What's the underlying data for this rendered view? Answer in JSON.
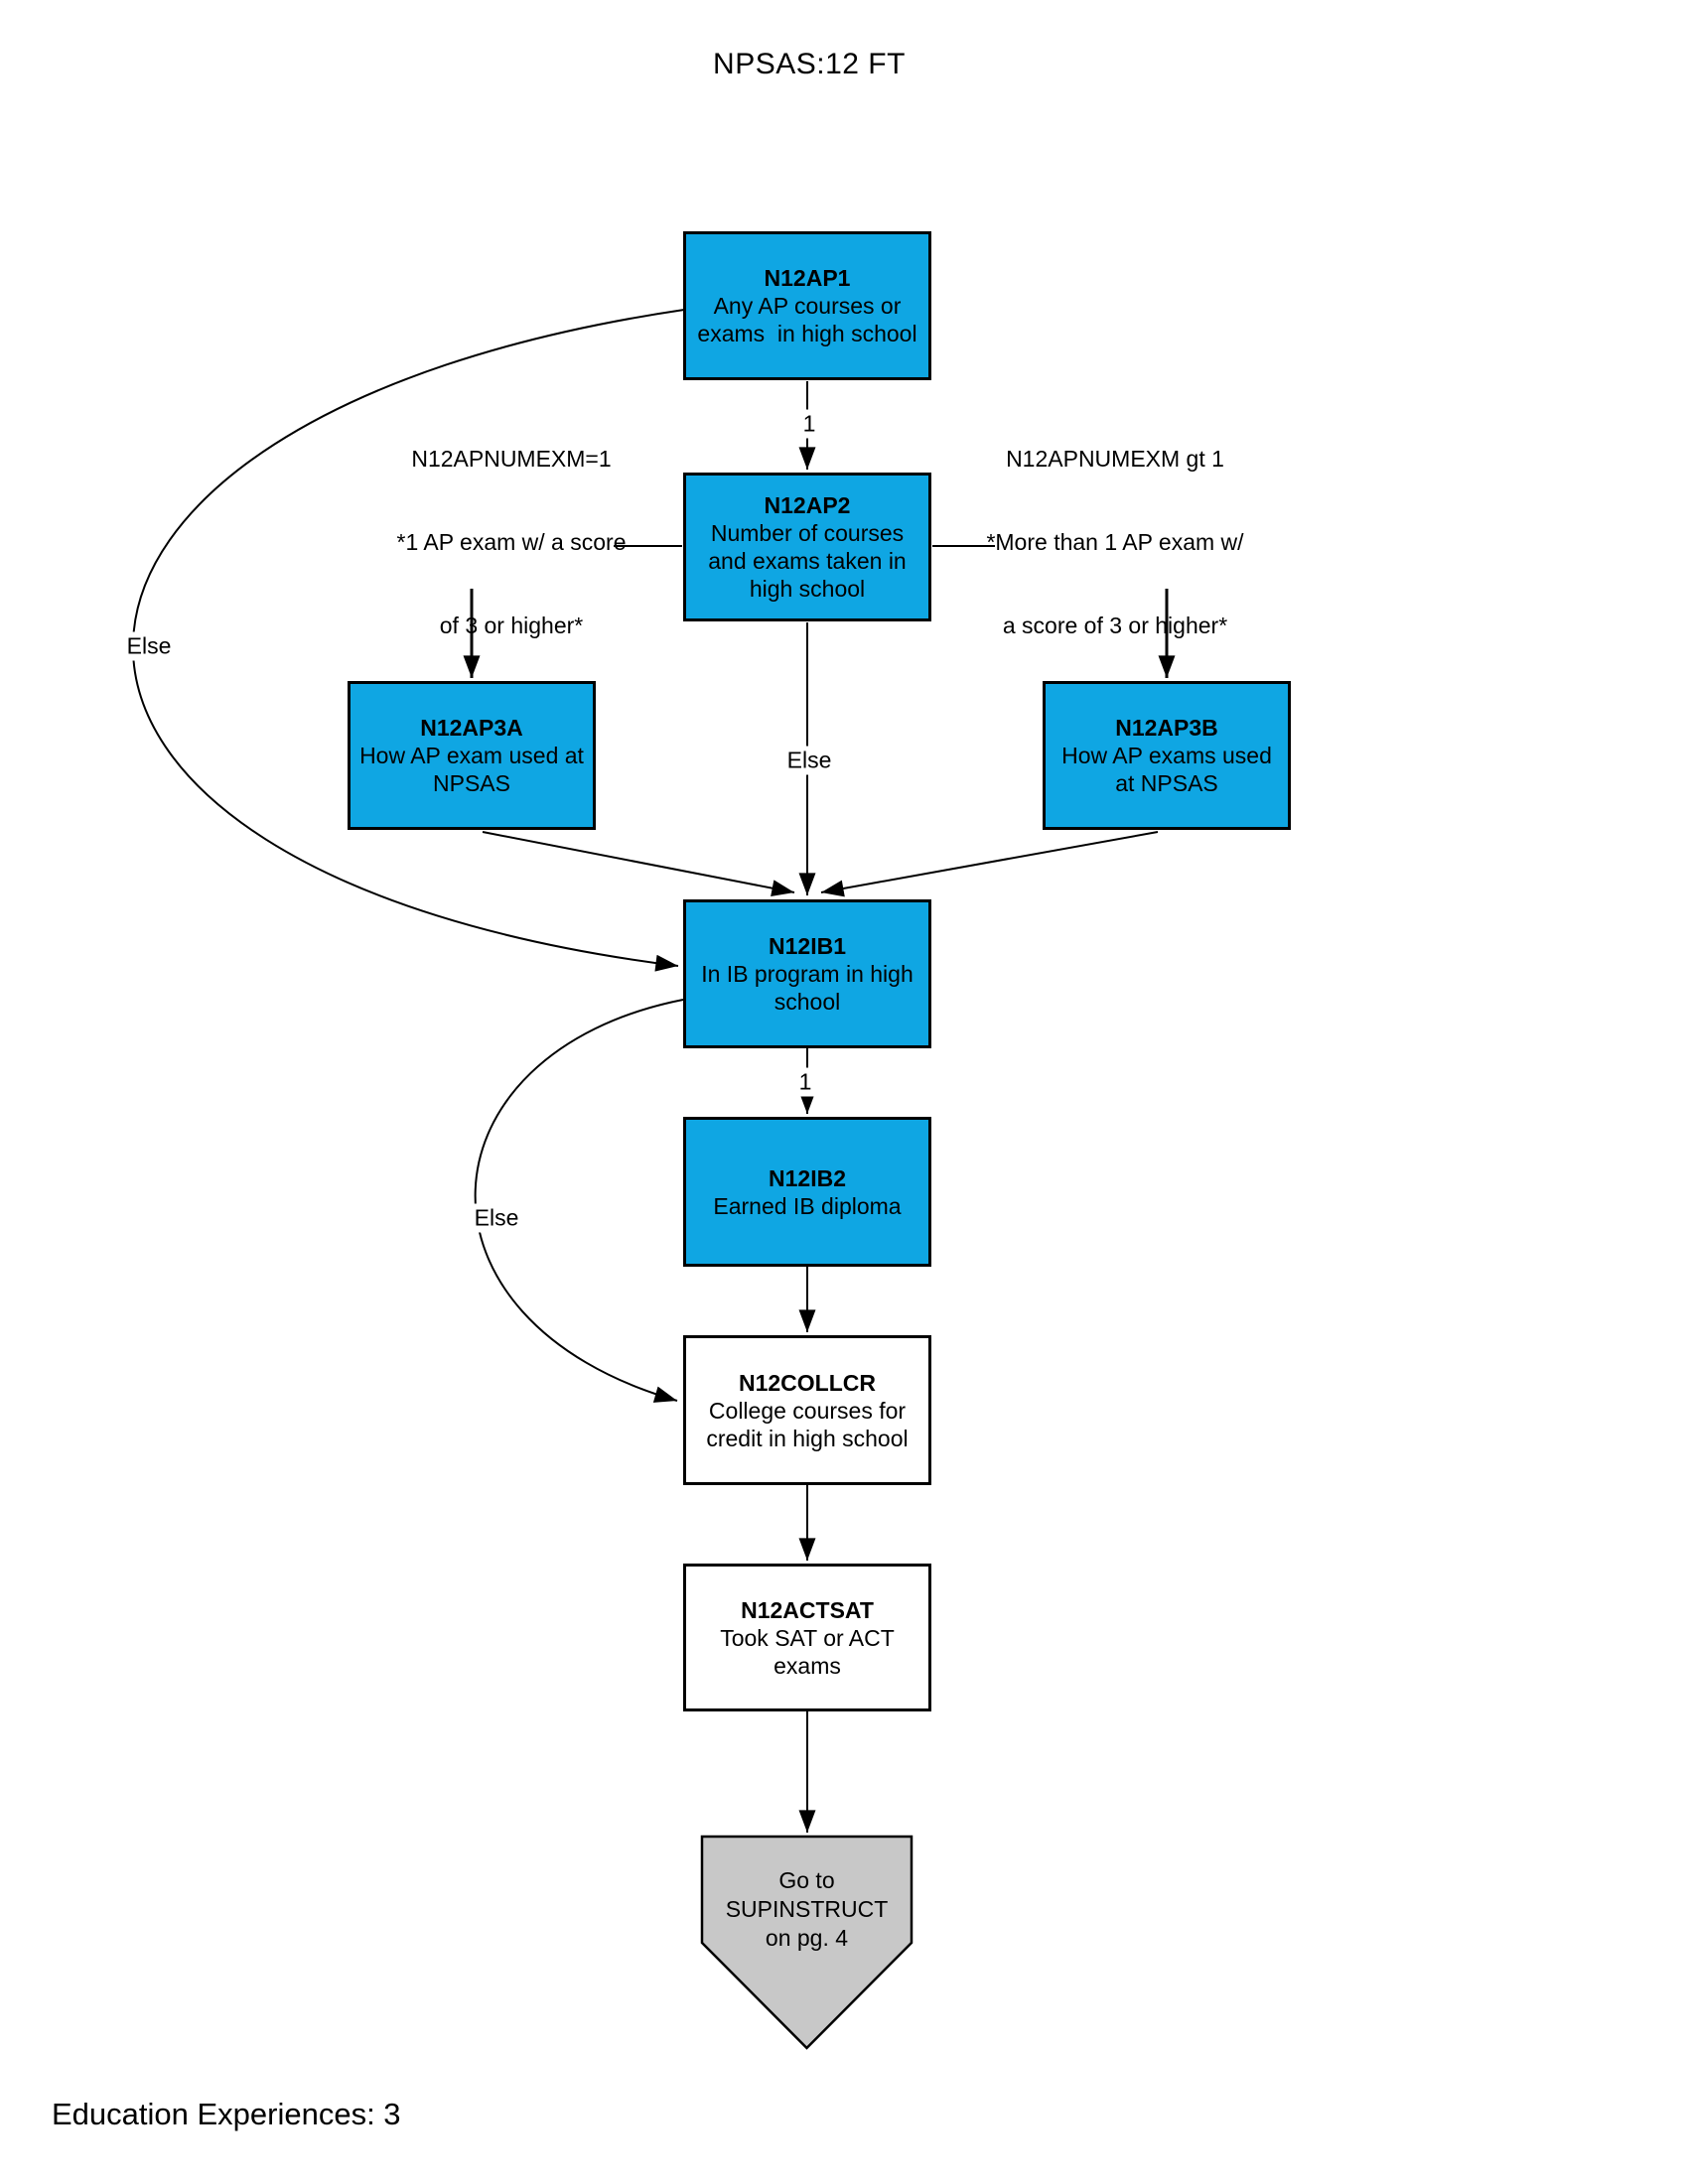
{
  "title": "NPSAS:12 FT",
  "footer": "Education Experiences: 3",
  "colors": {
    "node_fill": "#0FA6E3",
    "terminal_fill": "#C8C8C8",
    "line_color": "#000000"
  },
  "nodes": [
    {
      "id": "N12AP1",
      "code": "N12AP1",
      "lines": [
        "Any AP courses or",
        "exams  in high school"
      ]
    },
    {
      "id": "N12AP2",
      "code": "N12AP2",
      "lines": [
        "Number of courses",
        "and exams taken in",
        "high school"
      ]
    },
    {
      "id": "N12AP3A",
      "code": "N12AP3A",
      "lines": [
        "How AP exam used at",
        "NPSAS"
      ]
    },
    {
      "id": "N12AP3B",
      "code": "N12AP3B",
      "lines": [
        "How AP exams used",
        "at NPSAS"
      ]
    },
    {
      "id": "N12IB1",
      "code": "N12IB1",
      "lines": [
        "In IB program in high",
        "school"
      ]
    },
    {
      "id": "N12IB2",
      "code": "N12IB2",
      "lines": [
        "Earned IB diploma"
      ]
    },
    {
      "id": "N12COLLCR",
      "code": "N12COLLCR",
      "lines": [
        "College courses for",
        "credit in high school"
      ]
    },
    {
      "id": "N12ACTSAT",
      "code": "N12ACTSAT",
      "lines": [
        "Took SAT or ACT",
        "exams"
      ]
    },
    {
      "id": "SUPINSTRUCT",
      "code": "",
      "lines": [
        "Go to",
        "SUPINSTRUCT",
        "on pg. 4"
      ]
    }
  ],
  "conditions": {
    "left": {
      "lines": [
        "N12APNUMEXM=1",
        "*1 AP exam w/ a score",
        "of 3 or higher*"
      ]
    },
    "right": {
      "lines": [
        "N12APNUMEXM gt 1",
        "*More than 1 AP exam w/",
        "a score of 3 or higher*"
      ]
    }
  },
  "labels": {
    "ap1_to_ap2": "1",
    "ib1_to_ib2": "1",
    "else_top_left": "Else",
    "else_middle": "Else",
    "else_bottom": "Else"
  }
}
